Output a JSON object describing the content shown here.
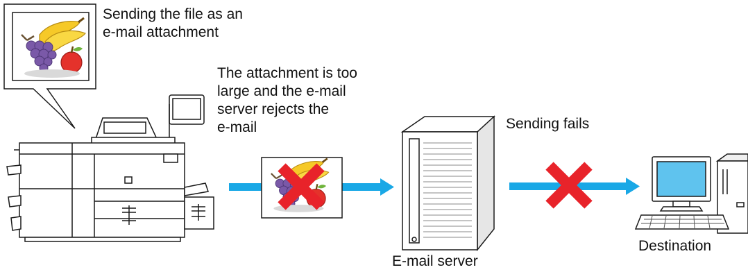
{
  "captions": {
    "bubble": "Sending the file as an\ne-mail attachment",
    "rejected": "The attachment is too\nlarge and the e-mail\nserver rejects the\ne-mail",
    "fails": "Sending fails"
  },
  "labels": {
    "server": "E-mail server",
    "destination": "Destination"
  },
  "colors": {
    "arrow": "#19a8e6",
    "cross": "#e8232a",
    "screen": "#5fc3ee",
    "outline": "#1a1a1a",
    "grape": "#7a59a8",
    "banana": "#f6c928",
    "apple": "#e4322b"
  },
  "icons": [
    "speech-bubble-icon",
    "fruit-image-icon",
    "mfp-printer-icon",
    "server-tower-icon",
    "desktop-computer-icon",
    "red-x-icon",
    "arrow-right-icon"
  ]
}
